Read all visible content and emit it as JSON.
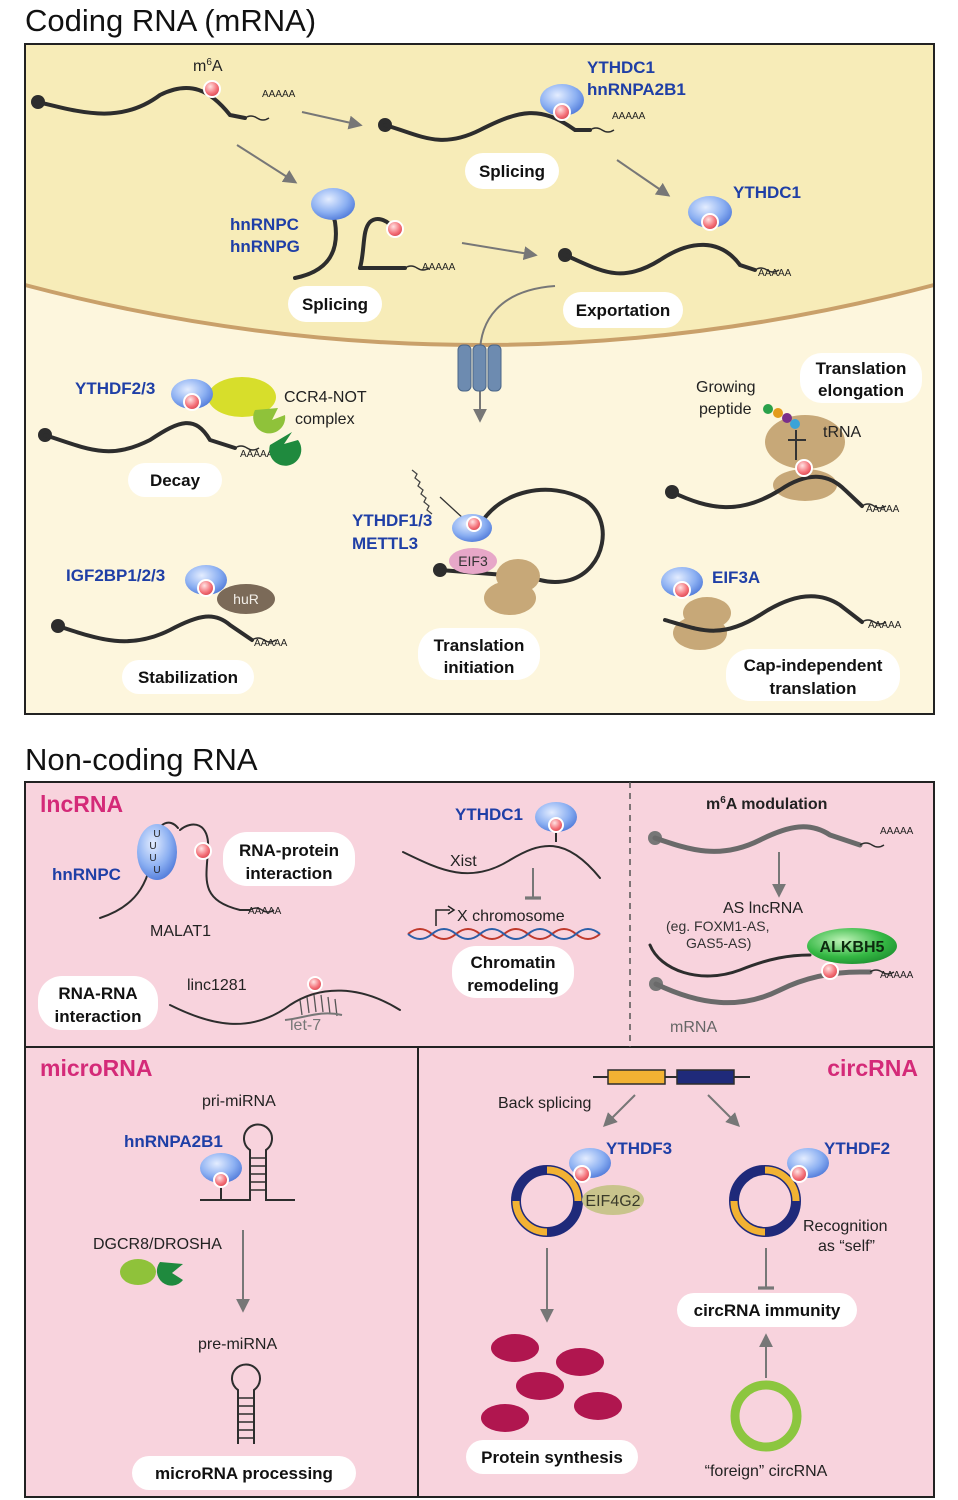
{
  "titles": {
    "coding": "Coding RNA (mRNA)",
    "noncoding": "Non-coding RNA"
  },
  "colors": {
    "nucleus": "#f7ecb8",
    "cytoplasm": "#fdf6dd",
    "panel_pink": "#f8d3dd",
    "reader_blue": "#1f3fa6",
    "section_magenta": "#d42a78",
    "m6a_red": "#f4727a"
  },
  "coding": {
    "m6a_label": "m",
    "m6a_sup": "6",
    "m6a_suffix": "A",
    "polyA": "AAAAA",
    "ythdc1_a": "YTHDC1",
    "hnrnpa2b1_a": "hnRNPA2B1",
    "splicing_1": "Splicing",
    "hnrnpc": "hnRNPC",
    "hnrnpg": "hnRNPG",
    "splicing_2": "Splicing",
    "ythdc1_b": "YTHDC1",
    "exportation": "Exportation",
    "ythdf23": "YTHDF2/3",
    "ccr4_1": "CCR4-NOT",
    "ccr4_2": "complex",
    "decay": "Decay",
    "growing_1": "Growing",
    "growing_2": "peptide",
    "trna": "tRNA",
    "translation_elong_1": "Translation",
    "translation_elong_2": "elongation",
    "ythdf13": "YTHDF1/3",
    "mettl3": "METTL3",
    "eif3": "EIF3",
    "translation_init_1": "Translation",
    "translation_init_2": "initiation",
    "igf2bp": "IGF2BP1/2/3",
    "hur": "huR",
    "stabilization": "Stabilization",
    "eif3a": "EIF3A",
    "cap_indep_1": "Cap-independent",
    "cap_indep_2": "translation"
  },
  "lncrna": {
    "heading": "lncRNA",
    "hnrnpc": "hnRNPC",
    "u": "U",
    "rna_protein_1": "RNA-protein",
    "rna_protein_2": "interaction",
    "malat1": "MALAT1",
    "polyA": "AAAAA",
    "ythdc1": "YTHDC1",
    "xist": "Xist",
    "x_chromosome": "X chromosome",
    "chromatin_1": "Chromatin",
    "chromatin_2": "remodeling",
    "linc1281": "linc1281",
    "let7": "let-7",
    "rna_rna_1": "RNA-RNA",
    "rna_rna_2": "interaction"
  },
  "m6a_mod": {
    "heading_m": "m",
    "heading_sup": "6",
    "heading_rest": "A modulation",
    "polyA": "AAAAA",
    "as_lncrna": "AS lncRNA",
    "eg_1": "(eg. FOXM1-AS,",
    "eg_2": "GAS5-AS)",
    "alkbh5": "ALKBH5",
    "mrna": "mRNA"
  },
  "microrna": {
    "heading": "microRNA",
    "pri": "pri-miRNA",
    "hnrnpa2b1": "hnRNPA2B1",
    "dgcr8": "DGCR8/DROSHA",
    "pre": "pre-miRNA",
    "processing": "microRNA processing"
  },
  "circrna": {
    "heading": "circRNA",
    "back_splicing": "Back splicing",
    "ythdf3": "YTHDF3",
    "eif4g2": "EIF4G2",
    "ythdf2": "YTHDF2",
    "recognition_1": "Recognition",
    "recognition_2": "as “self”",
    "immunity": "circRNA immunity",
    "protein_synthesis": "Protein synthesis",
    "foreign": "“foreign” circRNA"
  }
}
